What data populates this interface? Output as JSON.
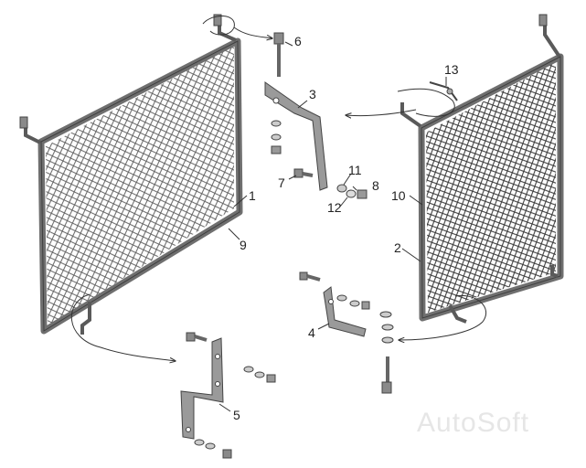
{
  "watermark": "AutoSoft",
  "colors": {
    "frame": "#6f6f6f",
    "frame_dark": "#4a4a4a",
    "mesh": "#555555",
    "part_fill": "#8a8a8a",
    "part_light": "#c9c9c9"
  },
  "callouts": [
    {
      "id": "1",
      "label": "1"
    },
    {
      "id": "2",
      "label": "2"
    },
    {
      "id": "3",
      "label": "3"
    },
    {
      "id": "4",
      "label": "4"
    },
    {
      "id": "5",
      "label": "5"
    },
    {
      "id": "6",
      "label": "6"
    },
    {
      "id": "7",
      "label": "7"
    },
    {
      "id": "8",
      "label": "8"
    },
    {
      "id": "9",
      "label": "9"
    },
    {
      "id": "10",
      "label": "10"
    },
    {
      "id": "11",
      "label": "11"
    },
    {
      "id": "12",
      "label": "12"
    },
    {
      "id": "13",
      "label": "13"
    }
  ]
}
